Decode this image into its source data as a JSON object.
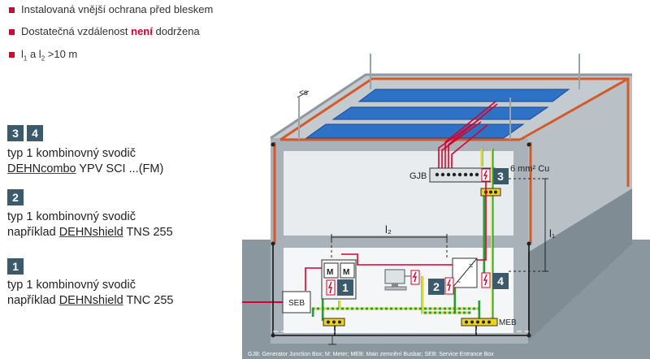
{
  "bullets": [
    {
      "pre": "Instalovaná vnější ochrana před bleskem",
      "em": "",
      "post": ""
    },
    {
      "pre": "Dostatečná vzdálenost ",
      "em": "není",
      "post": " dodržena"
    },
    {
      "pre": "l",
      "sub1": "1",
      "mid": " a l",
      "sub2": "2",
      "post": " >10 m"
    }
  ],
  "groups": [
    {
      "badges": [
        "3",
        "4"
      ],
      "line1": "typ 1 kombinovný svodič",
      "line2_brand": "DEHNcombo",
      "line2_rest": " YPV SCI ...(FM)"
    },
    {
      "badges": [
        "2"
      ],
      "line1": "typ 1 kombinovný svodič",
      "line2_pre": "například ",
      "line2_brand": "DEHNshield",
      "line2_rest": " TNS 255"
    },
    {
      "badges": [
        "1"
      ],
      "line1": "typ 1 kombinovný svodič",
      "line2_pre": "například ",
      "line2_brand": "DEHNshield",
      "line2_rest": " TNC 255"
    }
  ],
  "diagram": {
    "gjb_label": "GJB",
    "cable_label": "6 mm² Cu",
    "l1_label": "l₁",
    "l2_label": "l₂",
    "s_label": "<s",
    "seb_label": "SEB",
    "meb_label": "MEB",
    "meter1": "M",
    "meter2": "M",
    "badges": [
      "1",
      "2",
      "3",
      "4"
    ],
    "footnote": "GJB: Generator Junction Box; M: Meter; MEB: Main zemnění Busbar; SEB: Service Entrance Box"
  },
  "colors": {
    "accent_red": "#d9002b",
    "badge": "#3b5a6b",
    "panel": "#2e72c8",
    "building": "#a9b2b9",
    "ground": "#8a979e"
  }
}
